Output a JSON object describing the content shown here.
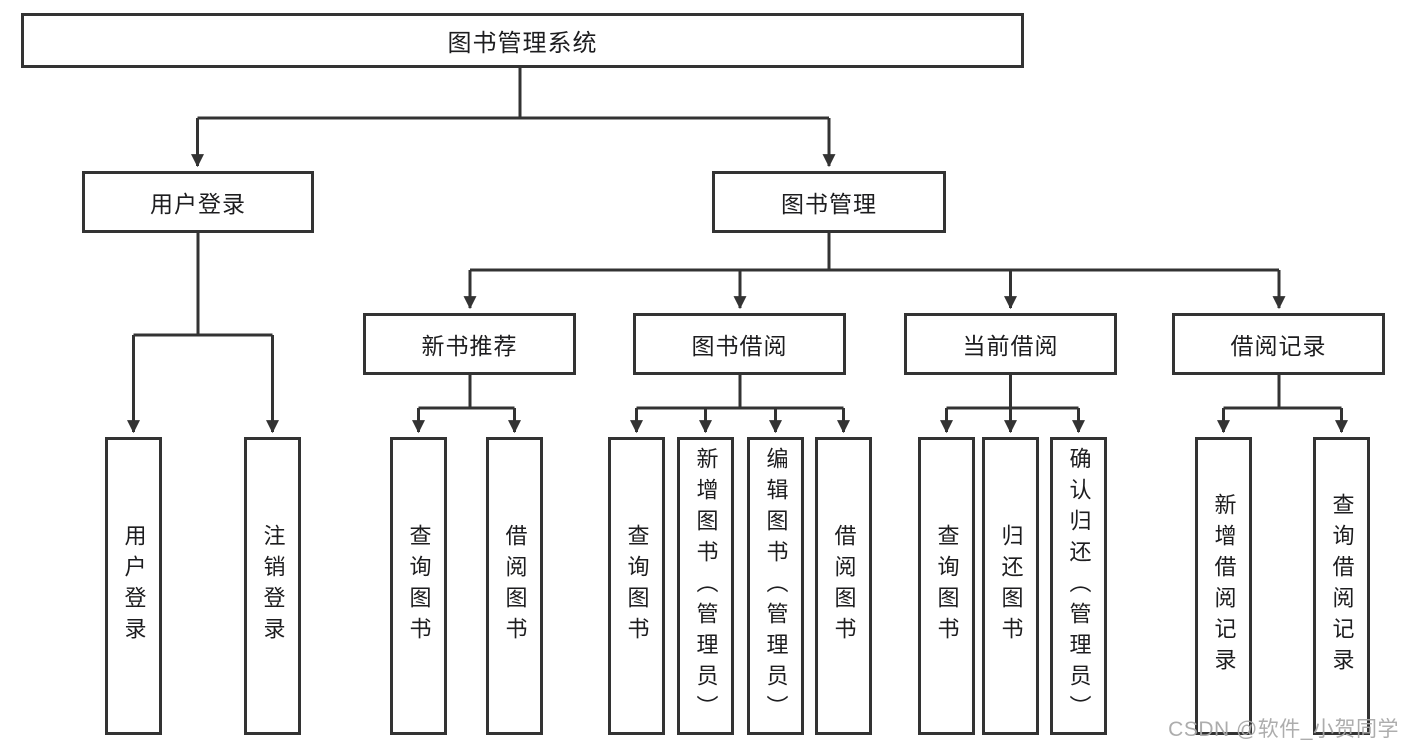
{
  "tree": {
    "label": "图书管理系统",
    "children": [
      {
        "label": "用户登录",
        "children": [
          {
            "label": "用户登录"
          },
          {
            "label": "注销登录"
          }
        ]
      },
      {
        "label": "图书管理",
        "children": [
          {
            "label": "新书推荐",
            "children": [
              {
                "label": "查询图书"
              },
              {
                "label": "借阅图书"
              }
            ]
          },
          {
            "label": "图书借阅",
            "children": [
              {
                "label": "查询图书"
              },
              {
                "label": "新增图书（管理员）"
              },
              {
                "label": "编辑图书（管理员）"
              },
              {
                "label": "借阅图书"
              }
            ]
          },
          {
            "label": "当前借阅",
            "children": [
              {
                "label": "查询图书"
              },
              {
                "label": "归还图书"
              },
              {
                "label": "确认归还（管理员）"
              }
            ]
          },
          {
            "label": "借阅记录",
            "children": [
              {
                "label": "新增借阅记录"
              },
              {
                "label": "查询借阅记录"
              }
            ]
          }
        ]
      }
    ]
  },
  "watermark": {
    "text": "CSDN @软件_小贺同学"
  },
  "colors": {
    "line": "#333333",
    "text": "#1d1d1f",
    "background": "#ffffff",
    "watermark": "#a9a9a9"
  }
}
